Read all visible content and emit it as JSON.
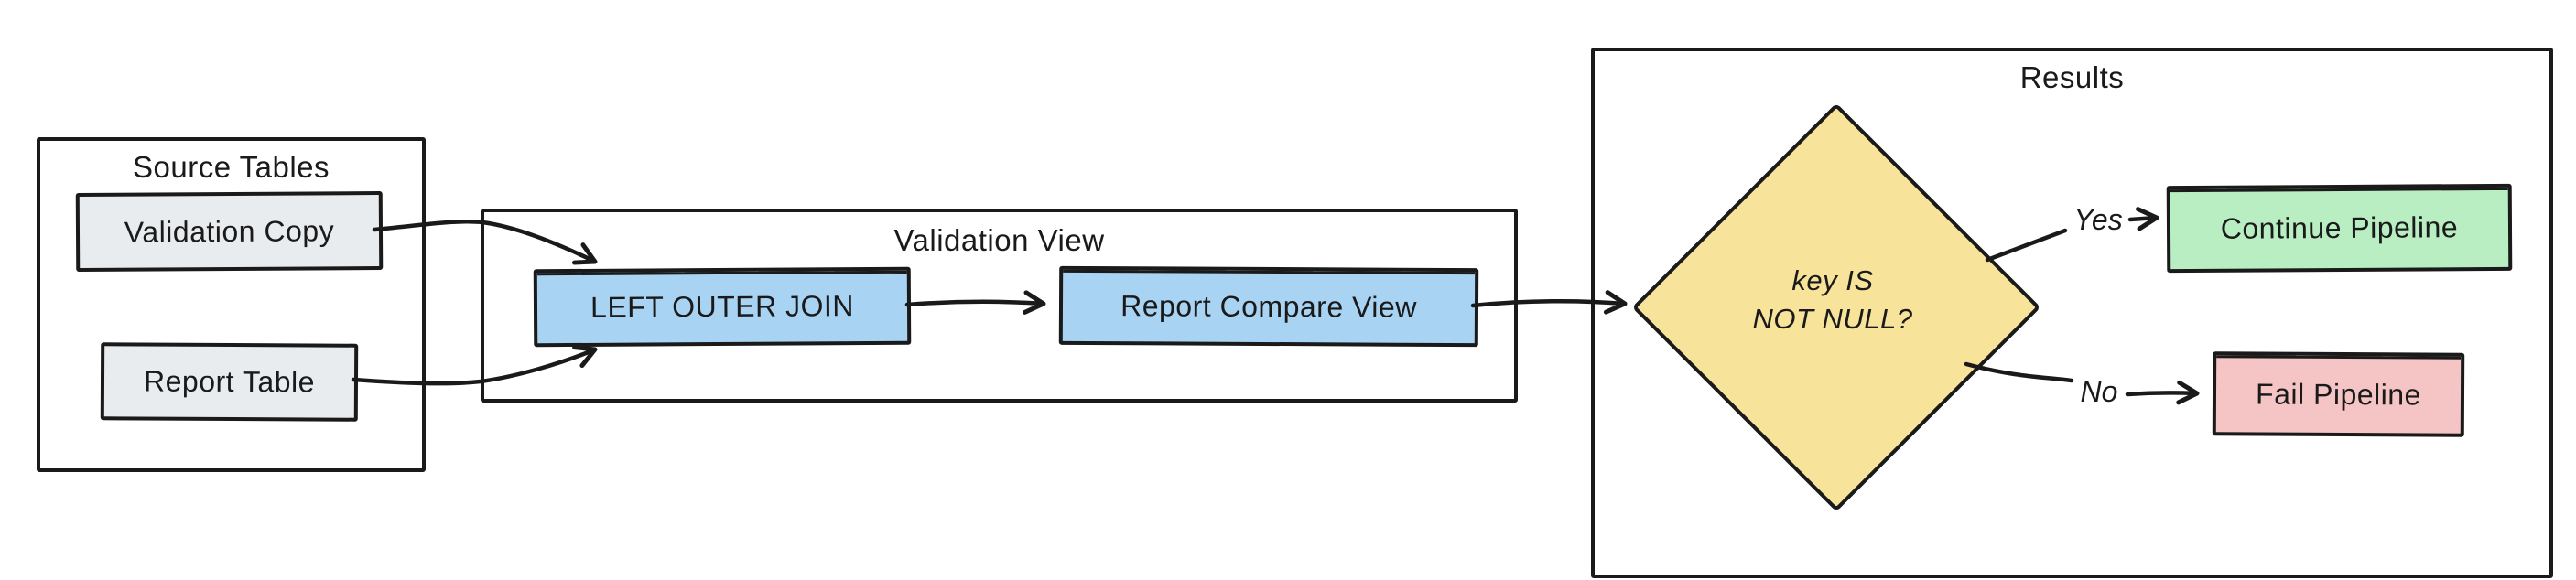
{
  "diagram": {
    "groups": {
      "source_tables": {
        "title": "Source Tables"
      },
      "validation_view": {
        "title": "Validation View"
      },
      "results": {
        "title": "Results"
      }
    },
    "nodes": {
      "validation_copy": {
        "label": "Validation Copy"
      },
      "report_table": {
        "label": "Report Table"
      },
      "left_outer_join": {
        "label": "LEFT OUTER JOIN"
      },
      "report_compare_view": {
        "label": "Report Compare View"
      },
      "key_not_null": {
        "line1": "key IS",
        "line2": "NOT NULL?"
      },
      "continue_pipeline": {
        "label": "Continue Pipeline"
      },
      "fail_pipeline": {
        "label": "Fail Pipeline"
      }
    },
    "edge_labels": {
      "yes": "Yes",
      "no": "No"
    },
    "colors": {
      "stroke": "#1a1a1a",
      "background": "#ffffff",
      "node_gray": "#e9ecef",
      "node_blue": "#a8d3f2",
      "node_yellow": "#f8e39a",
      "node_green": "#b9edc2",
      "node_red": "#f5c5c5"
    }
  }
}
